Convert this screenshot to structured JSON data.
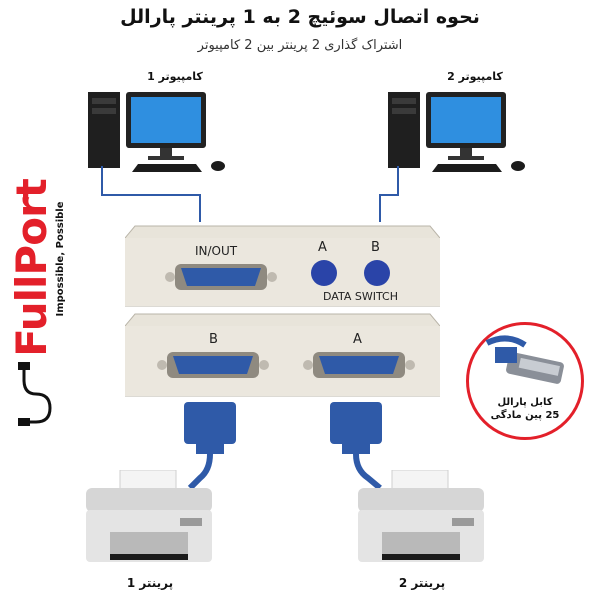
{
  "header": {
    "title": "نحوه اتصال سوئیچ 2 به 1 پرینتر پارالل",
    "subtitle": "اشتراک گذاری 2 پرینتر بین 2 کامپیوتر"
  },
  "computers": [
    {
      "label": "کامپیوتر 1"
    },
    {
      "label": "کامپیوتر 2"
    }
  ],
  "brand": {
    "name": "FullPort",
    "tagline": "Impossible, Possible"
  },
  "switch_box": {
    "port_label": "IN/OUT",
    "button_a": "A",
    "button_b": "B",
    "label": "DATA SWITCH",
    "bottom_port_b": "B",
    "bottom_port_a": "A"
  },
  "cable_callout": {
    "line1": "کابل پارالل",
    "line2": "25 پین مادگی"
  },
  "printers": [
    {
      "label": "پرینتر 1"
    },
    {
      "label": "پرینتر 2"
    }
  ],
  "colors": {
    "brand_red": "#e3202a",
    "cable_blue": "#2f5aa8",
    "box_beige": "#e8e4da",
    "button_blue": "#2a44a8"
  }
}
